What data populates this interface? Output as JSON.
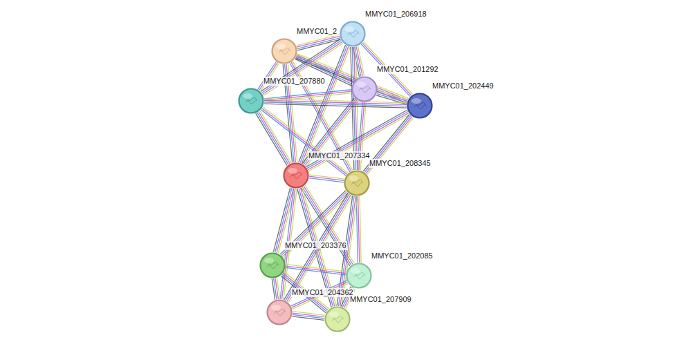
{
  "diagram": {
    "nodes": [
      {
        "text": [
          "MMYC01_2"
        ]
      },
      {
        "text": [
          "MMYC01_206918"
        ]
      },
      {
        "text": [
          "MMYC01_201292"
        ]
      },
      {
        "text": [
          "MMYC01_207880"
        ]
      },
      {
        "text": [
          "MMYC01_202449"
        ]
      },
      {
        "text": [
          "MMYC01_207334"
        ]
      },
      {
        "text": [
          "MMYC01_208345"
        ]
      },
      {
        "text": [
          "MMYC01_203376"
        ]
      },
      {
        "text": [
          "MMYC01_202085"
        ]
      },
      {
        "text": [
          "MMYC01_204362"
        ]
      },
      {
        "text": [
          "MMYC01_207909"
        ]
      }
    ],
    "edges": [
      {
        "from": 0,
        "to": 1,
        "arrow": "none"
      },
      {
        "from": 0,
        "to": 2,
        "arrow": "none"
      },
      {
        "from": 0,
        "to": 3,
        "arrow": "none"
      },
      {
        "from": 0,
        "to": 4,
        "arrow": "none"
      },
      {
        "from": 0,
        "to": 5,
        "arrow": "none"
      },
      {
        "from": 0,
        "to": 6,
        "arrow": "none"
      },
      {
        "from": 1,
        "to": 2,
        "arrow": "none"
      },
      {
        "from": 1,
        "to": 3,
        "arrow": "none"
      },
      {
        "from": 1,
        "to": 4,
        "arrow": "none"
      },
      {
        "from": 1,
        "to": 5,
        "arrow": "none"
      },
      {
        "from": 1,
        "to": 6,
        "arrow": "none"
      },
      {
        "from": 2,
        "to": 3,
        "arrow": "none"
      },
      {
        "from": 2,
        "to": 4,
        "arrow": "none"
      },
      {
        "from": 2,
        "to": 5,
        "arrow": "none"
      },
      {
        "from": 2,
        "to": 6,
        "arrow": "none"
      },
      {
        "from": 3,
        "to": 4,
        "arrow": "none"
      },
      {
        "from": 3,
        "to": 5,
        "arrow": "none"
      },
      {
        "from": 3,
        "to": 6,
        "arrow": "none"
      },
      {
        "from": 4,
        "to": 5,
        "arrow": "none"
      },
      {
        "from": 4,
        "to": 6,
        "arrow": "none"
      },
      {
        "from": 5,
        "to": 6,
        "arrow": "none"
      },
      {
        "from": 5,
        "to": 7,
        "arrow": "none"
      },
      {
        "from": 5,
        "to": 8,
        "arrow": "none"
      },
      {
        "from": 5,
        "to": 9,
        "arrow": "none"
      },
      {
        "from": 5,
        "to": 10,
        "arrow": "none"
      },
      {
        "from": 6,
        "to": 7,
        "arrow": "none"
      },
      {
        "from": 6,
        "to": 8,
        "arrow": "none"
      },
      {
        "from": 6,
        "to": 9,
        "arrow": "none"
      },
      {
        "from": 6,
        "to": 10,
        "arrow": "none"
      },
      {
        "from": 7,
        "to": 8,
        "arrow": "none"
      },
      {
        "from": 7,
        "to": 9,
        "arrow": "none"
      },
      {
        "from": 7,
        "to": 10,
        "arrow": "none"
      },
      {
        "from": 8,
        "to": 9,
        "arrow": "none"
      },
      {
        "from": 8,
        "to": 10,
        "arrow": "none"
      },
      {
        "from": 9,
        "to": 10,
        "arrow": "none"
      }
    ]
  }
}
